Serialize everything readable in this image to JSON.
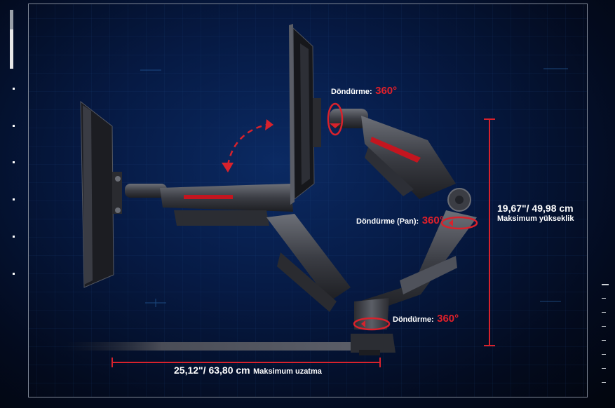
{
  "callouts": {
    "top_rotation": {
      "text": "Döndürme:",
      "value": "360°"
    },
    "pan_rotation": {
      "text": "Döndürme (Pan):",
      "value": "360°"
    },
    "base_rotation": {
      "text": "Döndürme:",
      "value": "360°"
    }
  },
  "height_spec": {
    "value": "19,67\"/ 49,98 cm",
    "caption": "Maksimum yükseklik"
  },
  "extension_spec": {
    "value": "25,12\"/ 63,80 cm",
    "caption": "Maksimum uzatma"
  },
  "colors": {
    "accent": "#e0202a",
    "background": "#061a44",
    "frame": "#7f8796"
  }
}
